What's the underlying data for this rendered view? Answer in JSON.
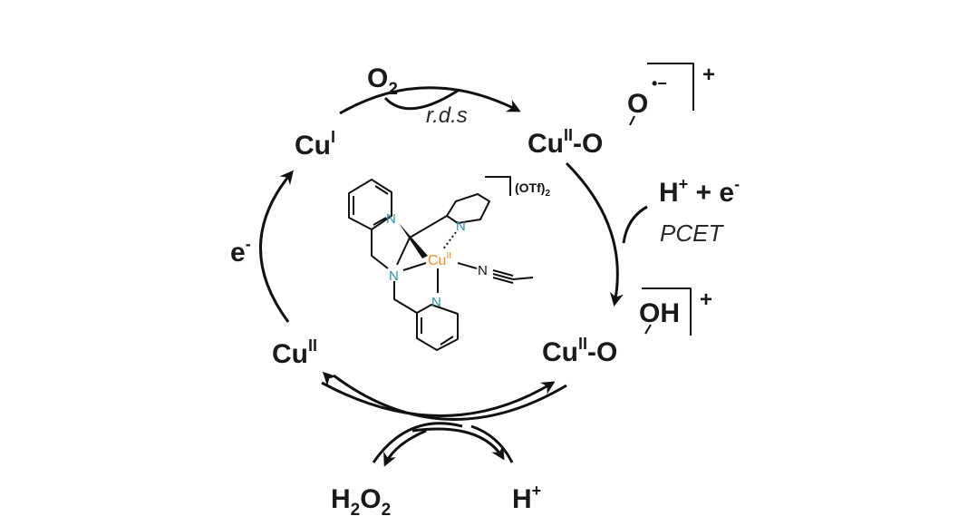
{
  "labels": {
    "o2": {
      "main": "O",
      "sub": "2"
    },
    "cu_i": {
      "main": "Cu",
      "sup": "I"
    },
    "rds": "r.d.s",
    "superoxo": {
      "cu": "Cu",
      "sup": "II",
      "dash_o": "-O",
      "o": "O",
      "radical": "•−",
      "charge": "+"
    },
    "pcet_reagents": {
      "h": "H",
      "hsup": "+",
      "plus": " + e",
      "esup": "-"
    },
    "pcet": "PCET",
    "hydroperoxo": {
      "cu": "Cu",
      "sup": "II",
      "dash_o": "-O",
      "oh": "OH",
      "charge": "+"
    },
    "cu_ii": {
      "main": "Cu",
      "sup": "II"
    },
    "electron": {
      "main": "e",
      "sup": "-"
    },
    "h2o2": {
      "h": "H",
      "s1": "2",
      "o": "O",
      "s2": "2"
    },
    "proton": {
      "main": "H",
      "sup": "+"
    }
  },
  "complex": {
    "metal": "Cu",
    "metal_sup": "II",
    "n_atom": "N",
    "acetonitrile_n": "N",
    "counterion": "(OTf)",
    "counterion_sub": "2"
  },
  "colors": {
    "nitrogen": "#2b8fa8",
    "copper": "#f08a24",
    "ink": "#111111"
  }
}
